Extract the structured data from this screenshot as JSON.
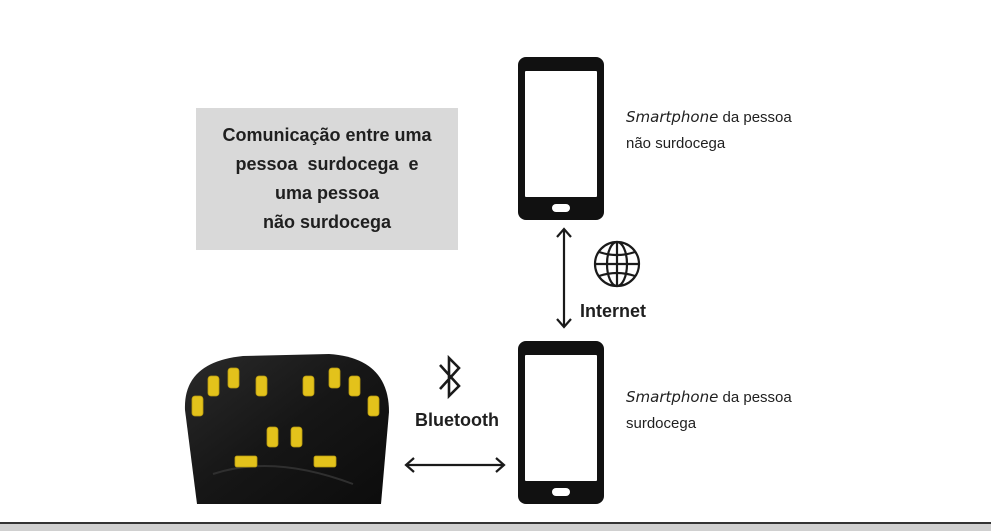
{
  "title_box": {
    "lines": [
      "Comunicação entre uma",
      "pessoa  surdocega  e",
      "uma pessoa",
      "não surdocega"
    ]
  },
  "phone_top_label": {
    "italic": "Smartphone",
    "rest": " da pessoa",
    "line2": "não surdocega"
  },
  "phone_bottom_label": {
    "italic": "Smartphone",
    "rest": " da pessoa",
    "line2": "surdocega"
  },
  "connections": {
    "internet": "Internet",
    "bluetooth": "Bluetooth"
  },
  "icons": {
    "globe": "globe-icon",
    "bluetooth": "bluetooth-icon"
  },
  "colors": {
    "title_box_bg": "#d9d9d9",
    "device_body": "#1a1a1a",
    "device_pads": "#e3c21b"
  }
}
